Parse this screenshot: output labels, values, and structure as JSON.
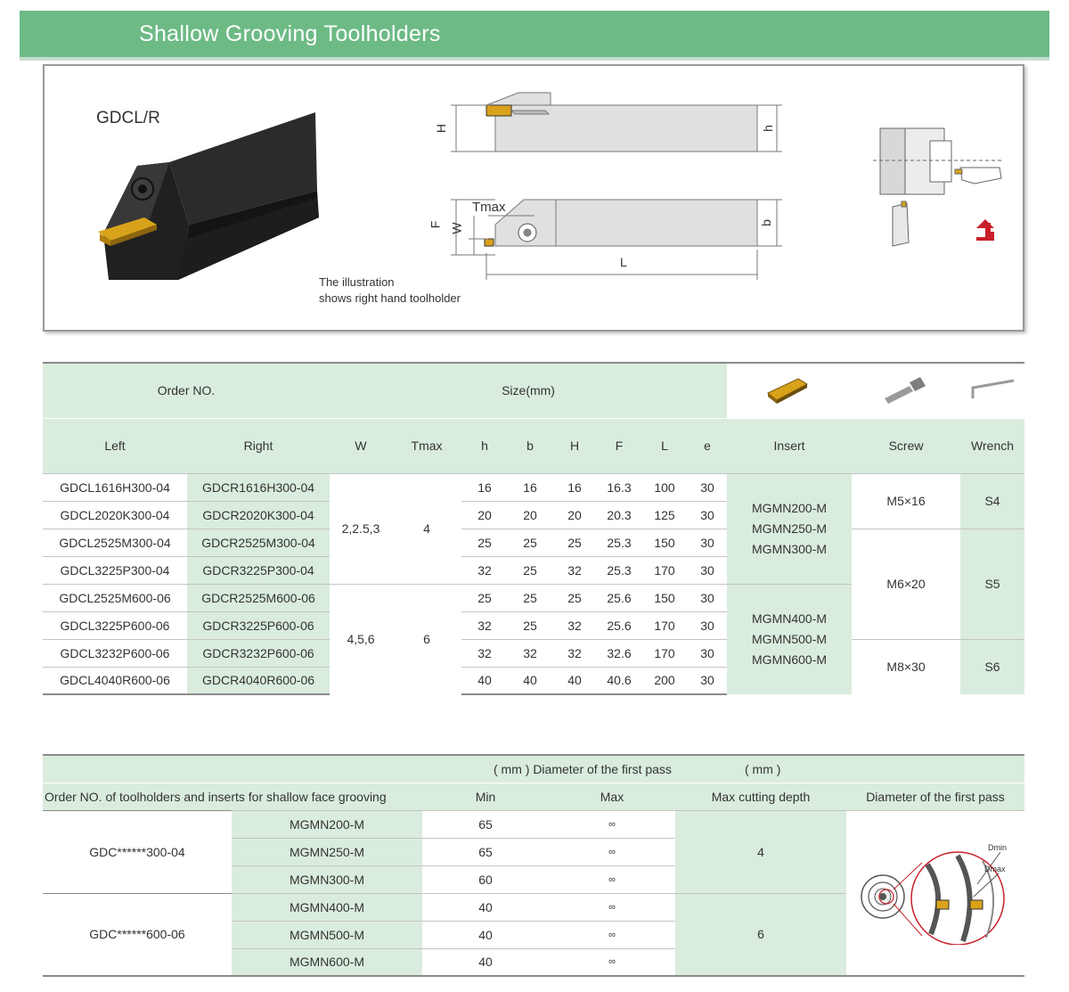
{
  "title": "Shallow  Grooving  Toolholders",
  "illustration": {
    "model": "GDCL/R",
    "note_line1": "The illustration",
    "note_line2": "shows right hand toolholder",
    "dims": {
      "H": "H",
      "h": "h",
      "Tmax": "Tmax",
      "F": "F",
      "W": "W",
      "b": "b",
      "L": "L"
    }
  },
  "colors": {
    "green_band": "#6dba85",
    "light_green": "#daecdd",
    "insert_gold": "#d9a21b",
    "accent_red": "#c8202a"
  },
  "table1": {
    "header": {
      "order_no": "Order NO.",
      "size": "Size(mm)",
      "left": "Left",
      "right": "Right",
      "w": "W",
      "tmax": "Tmax",
      "h": "h",
      "b": "b",
      "H": "H",
      "F": "F",
      "L": "L",
      "e": "e",
      "insert": "Insert",
      "screw": "Screw",
      "wrench": "Wrench",
      "icons": [
        "insert-icon",
        "screw-icon",
        "wrench-icon"
      ]
    },
    "rows": [
      {
        "left": "GDCL1616H300-04",
        "right": "GDCR1616H300-04",
        "h": "16",
        "b": "16",
        "H": "16",
        "F": "16.3",
        "L": "100",
        "e": "30"
      },
      {
        "left": "GDCL2020K300-04",
        "right": "GDCR2020K300-04",
        "h": "20",
        "b": "20",
        "H": "20",
        "F": "20.3",
        "L": "125",
        "e": "30"
      },
      {
        "left": "GDCL2525M300-04",
        "right": "GDCR2525M300-04",
        "h": "25",
        "b": "25",
        "H": "25",
        "F": "25.3",
        "L": "150",
        "e": "30"
      },
      {
        "left": "GDCL3225P300-04",
        "right": "GDCR3225P300-04",
        "h": "32",
        "b": "25",
        "H": "32",
        "F": "25.3",
        "L": "170",
        "e": "30"
      },
      {
        "left": "GDCL2525M600-06",
        "right": "GDCR2525M600-06",
        "h": "25",
        "b": "25",
        "H": "25",
        "F": "25.6",
        "L": "150",
        "e": "30"
      },
      {
        "left": "GDCL3225P600-06",
        "right": "GDCR3225P600-06",
        "h": "32",
        "b": "25",
        "H": "32",
        "F": "25.6",
        "L": "170",
        "e": "30"
      },
      {
        "left": "GDCL3232P600-06",
        "right": "GDCR3232P600-06",
        "h": "32",
        "b": "32",
        "H": "32",
        "F": "32.6",
        "L": "170",
        "e": "30"
      },
      {
        "left": "GDCL4040R600-06",
        "right": "GDCR4040R600-06",
        "h": "40",
        "b": "40",
        "H": "40",
        "F": "40.6",
        "L": "200",
        "e": "30"
      }
    ],
    "groups": {
      "w1": "2,2.5,3",
      "tmax1": "4",
      "w2": "4,5,6",
      "tmax2": "6",
      "insert1": [
        "MGMN200-M",
        "MGMN250-M",
        "MGMN300-M"
      ],
      "insert2": [
        "MGMN400-M",
        "MGMN500-M",
        "MGMN600-M"
      ],
      "screw1": "M5×16",
      "wrench1": "S4",
      "screw2": "M6×20",
      "wrench2": "S5",
      "screw3": "M8×30",
      "wrench3": "S6"
    }
  },
  "table2": {
    "header": {
      "top_mid": "( mm ) Diameter of the first pass",
      "top_right": "( mm )",
      "order": "Order NO.  of toolholders and inserts for shallow face grooving",
      "min": "Min",
      "max": "Max",
      "depth": "Max cutting  depth",
      "diam": "Diameter of the first pass"
    },
    "group1": "GDC******300-04",
    "group2": "GDC******600-06",
    "depth1": "4",
    "depth2": "6",
    "rows": [
      {
        "insert": "MGMN200-M",
        "min": "65",
        "max": "∞"
      },
      {
        "insert": "MGMN250-M",
        "min": "65",
        "max": "∞"
      },
      {
        "insert": "MGMN300-M",
        "min": "60",
        "max": "∞"
      },
      {
        "insert": "MGMN400-M",
        "min": "40",
        "max": "∞"
      },
      {
        "insert": "MGMN500-M",
        "min": "40",
        "max": "∞"
      },
      {
        "insert": "MGMN600-M",
        "min": "40",
        "max": "∞"
      }
    ],
    "diagram_labels": {
      "dmin": "Dmin",
      "dmax": "Dmax"
    }
  }
}
